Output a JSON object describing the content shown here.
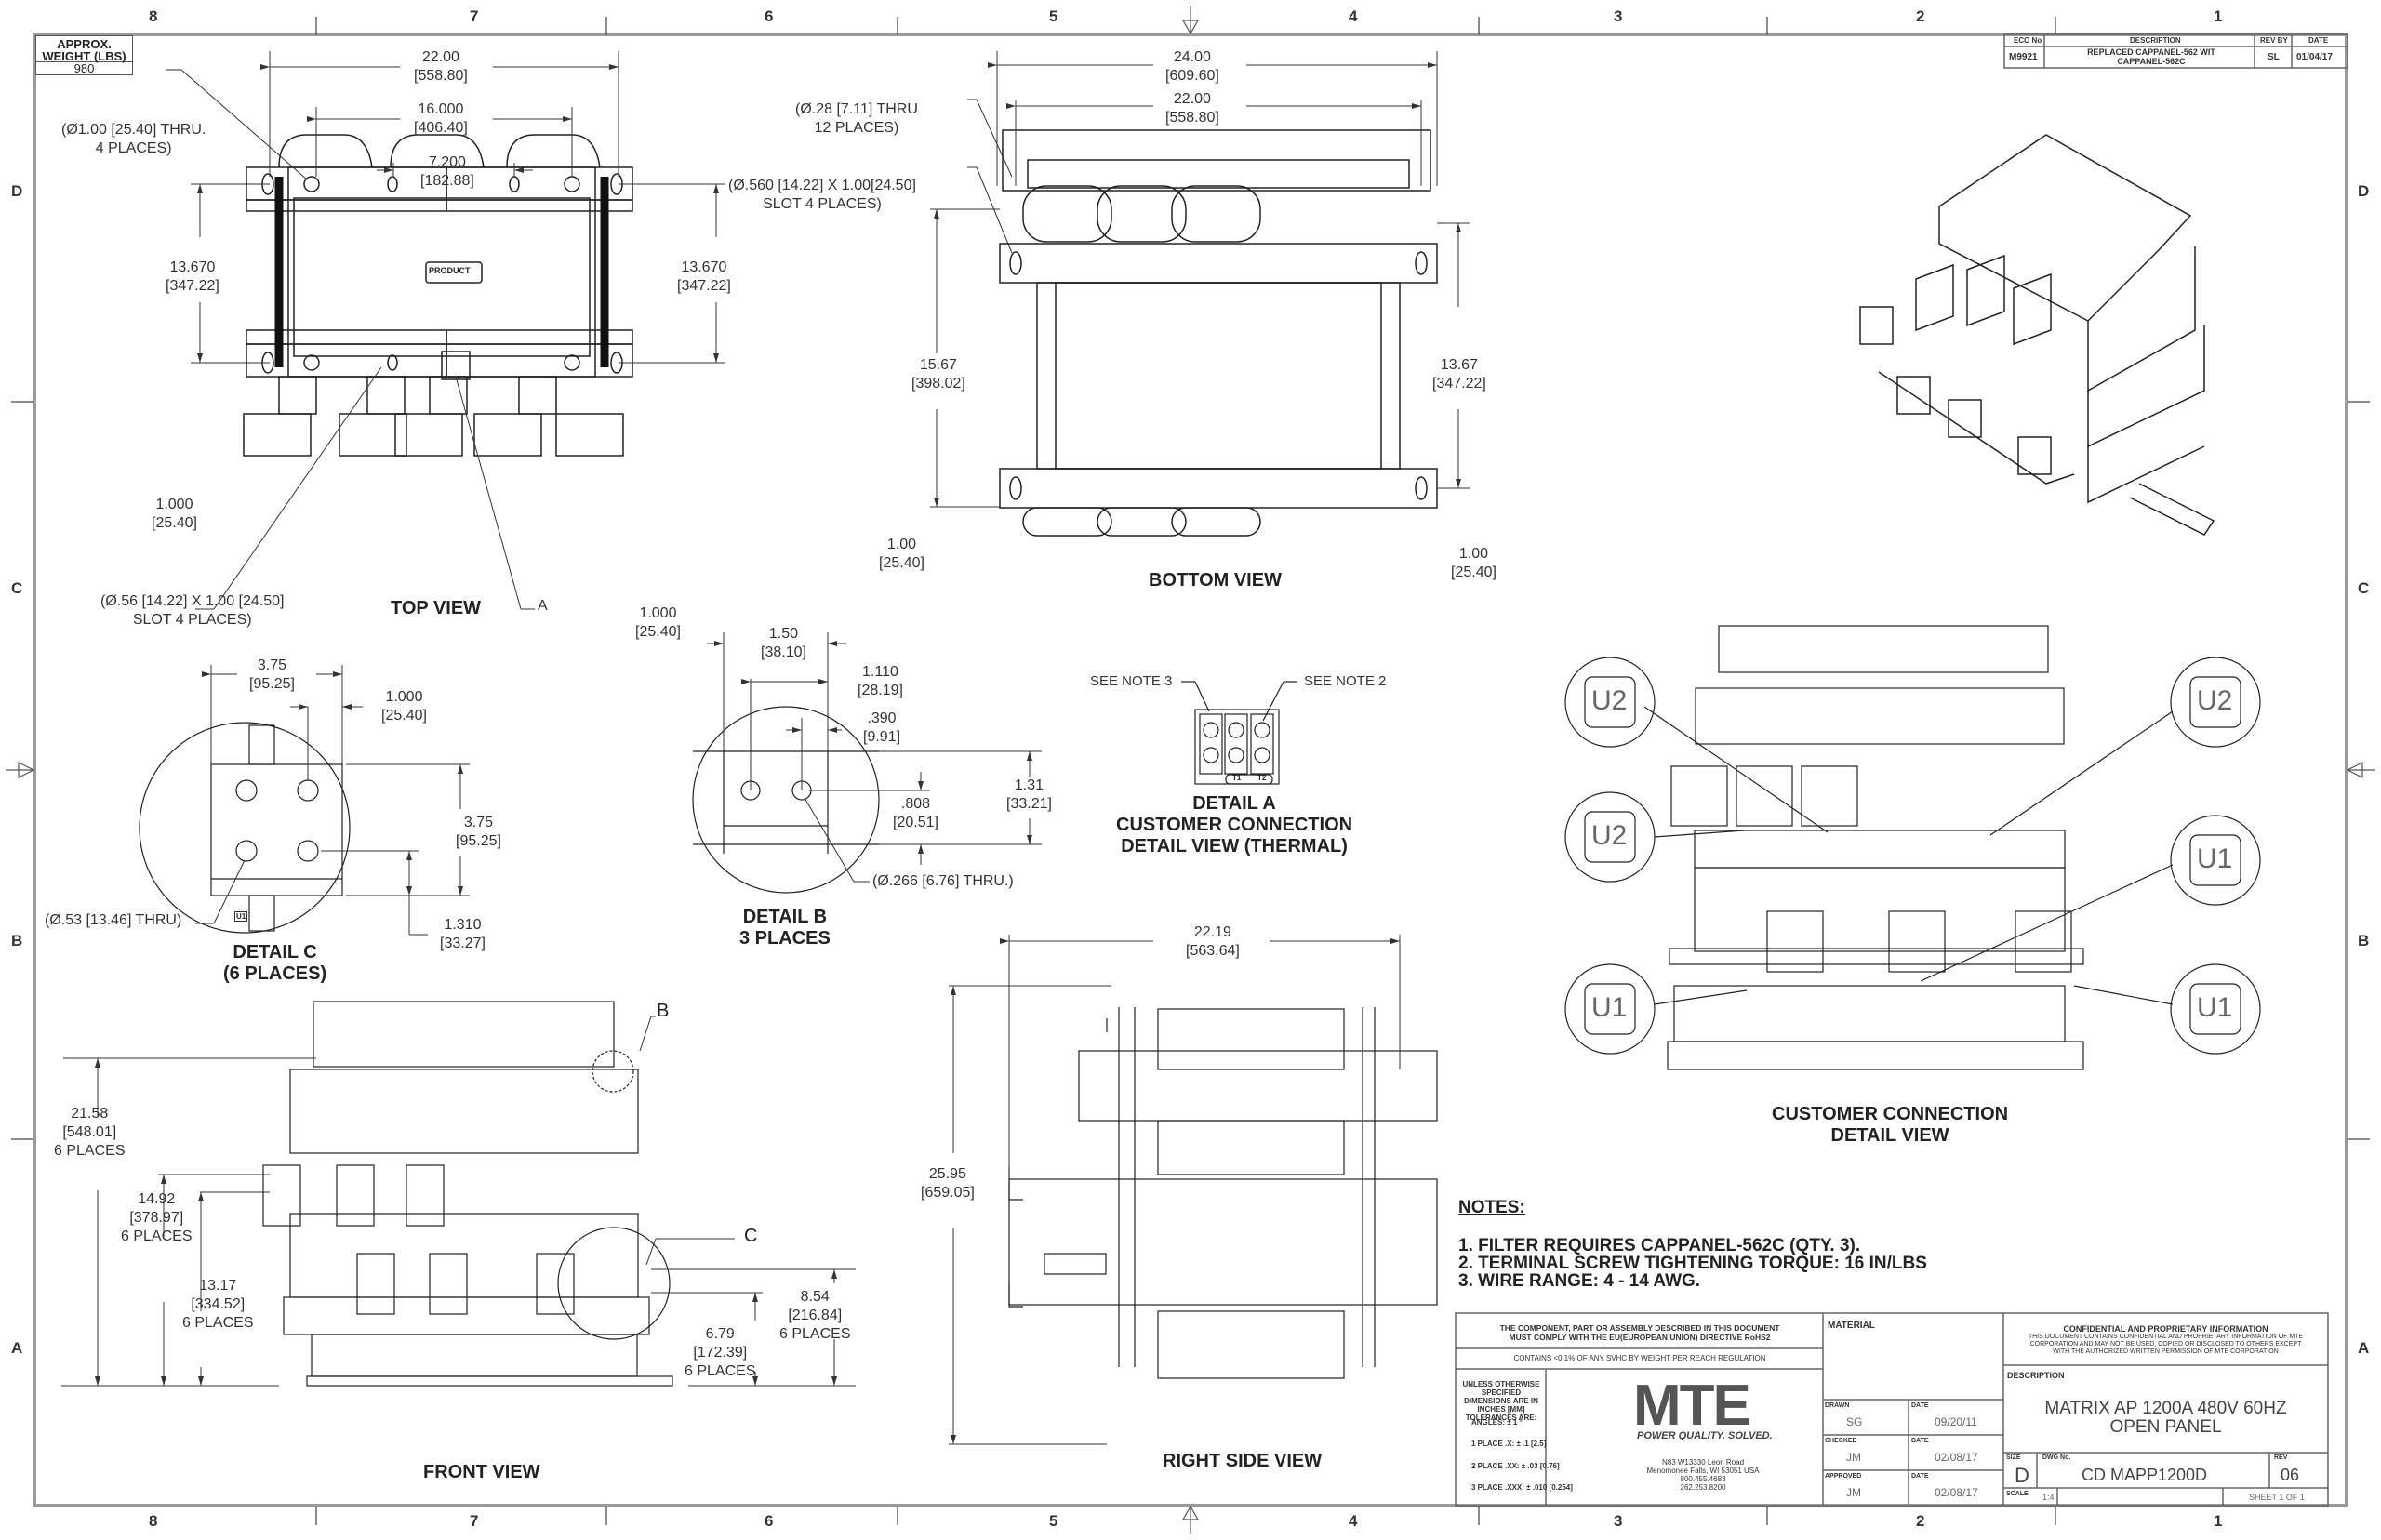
{
  "sheet": {
    "zone_columns": [
      "8",
      "7",
      "6",
      "5",
      "4",
      "3",
      "2",
      "1"
    ],
    "zone_rows": [
      "D",
      "C",
      "B",
      "A"
    ]
  },
  "weight_box": {
    "header": "APPROX. WEIGHT (LBS)",
    "value": "980"
  },
  "revision_block": {
    "headers": [
      "ECO No",
      "DESCRIPTION",
      "REV BY",
      "DATE"
    ],
    "rows": [
      {
        "eco": "M9921",
        "description": "REPLACED CAPPANEL-562 WIT CAPPANEL-562C",
        "rev_by": "SL",
        "date": "01/04/17"
      }
    ]
  },
  "top_view": {
    "title": "TOP VIEW",
    "dims": {
      "overall_width": [
        "22.00",
        "[558.80]"
      ],
      "mount_width": [
        "16.000",
        "[406.40]"
      ],
      "center_width": [
        "7.200",
        "[182.88]"
      ],
      "left_height": [
        "13.670",
        "[347.22]"
      ],
      "right_height": [
        "13.670",
        "[347.22]"
      ],
      "left_offset": [
        "1.000",
        "[25.40]"
      ],
      "right_offset": [
        "1.000",
        "[25.40]"
      ]
    },
    "callouts": {
      "hole": [
        "(Ø1.00 [25.40] THRU.",
        "4 PLACES)"
      ],
      "slot": [
        "(Ø.56 [14.22] X 1.00 [24.50]",
        "SLOT 4 PLACES)"
      ],
      "detail_ref": "A",
      "nameplate": "PRODUCT"
    }
  },
  "bottom_view": {
    "title": "BOTTOM VIEW",
    "dims": {
      "overall_width": [
        "24.00",
        "[609.60]"
      ],
      "hole_width": [
        "22.00",
        "[558.80]"
      ],
      "left_height": [
        "15.67",
        "[398.02]"
      ],
      "right_height": [
        "13.67",
        "[347.22]"
      ],
      "left_offset": [
        "1.00",
        "[25.40]"
      ],
      "right_offset": [
        "1.00",
        "[25.40]"
      ]
    },
    "callouts": {
      "hole": [
        "(Ø.28 [7.11] THRU",
        "12 PLACES)"
      ],
      "slot": [
        "(Ø.560 [14.22] X 1.00[24.50]",
        "SLOT 4 PLACES)"
      ]
    }
  },
  "detail_c": {
    "title": [
      "DETAIL C",
      "(6 PLACES)"
    ],
    "dims": {
      "width": [
        "3.75",
        "[95.25]"
      ],
      "hole_spacing": [
        "1.000",
        "[25.40]"
      ],
      "height": [
        "3.75",
        "[95.25]"
      ],
      "hole_offset": [
        "1.310",
        "[33.27]"
      ]
    },
    "callout": "(Ø.53 [13.46] THRU)",
    "terminal_label": "U1"
  },
  "detail_b": {
    "title": [
      "DETAIL B",
      "3 PLACES"
    ],
    "dims": {
      "width": [
        "1.50",
        "[38.10]"
      ],
      "hole_spacing": [
        "1.110",
        "[28.19]"
      ],
      "edge": [
        ".390",
        "[9.91]"
      ],
      "hole_height": [
        ".808",
        "[20.51]"
      ],
      "height": [
        "1.31",
        "[33.21]"
      ]
    },
    "callout": "(Ø.266 [6.76] THRU.)"
  },
  "detail_a": {
    "title": [
      "DETAIL A",
      "CUSTOMER CONNECTION",
      "DETAIL VIEW (THERMAL)"
    ],
    "notes": [
      "SEE NOTE 3",
      "SEE NOTE 2"
    ],
    "terminals": [
      "T1",
      "T2"
    ]
  },
  "customer_connection": {
    "title": [
      "CUSTOMER CONNECTION",
      "DETAIL VIEW"
    ],
    "bubbles_left": [
      "U2",
      "U2",
      "U1"
    ],
    "bubbles_right": [
      "U2",
      "U1",
      "U1"
    ]
  },
  "front_view": {
    "title": "FRONT VIEW",
    "dims": {
      "total_height": [
        "21.58",
        "[548.01]",
        "6 PLACES"
      ],
      "upper_bus": [
        "14.92",
        "[378.97]",
        "6 PLACES"
      ],
      "upper_bus_hole": [
        "13.17",
        "[334.52]",
        "6 PLACES"
      ],
      "lower_bus": [
        "8.54",
        "[216.84]",
        "6 PLACES"
      ],
      "lower_bus_hole": [
        "6.79",
        "[172.39]",
        "6 PLACES"
      ]
    },
    "detail_refs": [
      "B",
      "C"
    ]
  },
  "right_side_view": {
    "title": "RIGHT SIDE VIEW",
    "dims": {
      "width": [
        "22.19",
        "[563.64]"
      ],
      "height": [
        "25.95",
        "[659.05]"
      ]
    }
  },
  "notes": {
    "header": "NOTES:",
    "items": [
      "1.  FILTER REQUIRES CAPPANEL-562C (QTY. 3).",
      "2.  TERMINAL SCREW TIGHTENING TORQUE:  16 IN/LBS",
      "3.  WIRE RANGE:  4 - 14 AWG."
    ]
  },
  "title_block": {
    "rohs": [
      "THE COMPONENT, PART OR ASSEMBLY DESCRIBED IN THIS DOCUMENT",
      "MUST COMPLY WITH THE EU(EUROPEAN UNION) DIRECTIVE RoHS2"
    ],
    "reach": "CONTAINS <0.1% OF ANY SVHC BY WEIGHT PER REACH REGULATION",
    "tolerances": {
      "header": [
        "UNLESS OTHERWISE SPECIFIED",
        "DIMENSIONS ARE IN INCHES [MM]",
        "TOLERANCES ARE:"
      ],
      "angles": "ANGLES: ± 1 °",
      "one_place": "1 PLACE .X: ± .1 [2.5]",
      "two_place": "2 PLACE .XX: ± .03 [0.76]",
      "three_place": "3 PLACE .XXX: ± .010 [0.254]"
    },
    "company": {
      "logo": "MTE",
      "tagline": "POWER QUALITY. SOLVED.",
      "address": [
        "N83 W13330 Leon Road",
        "Menomonee Falls, WI 53051 USA",
        "800.455.4683",
        "262.253.8200"
      ]
    },
    "material_label": "MATERIAL",
    "drawn": {
      "label": "DRAWN",
      "value": "SG",
      "date_label": "DATE",
      "date": "09/20/11"
    },
    "checked": {
      "label": "CHECKED",
      "value": "JM",
      "date_label": "DATE",
      "date": "02/08/17"
    },
    "approved": {
      "label": "APPROVED",
      "value": "JM",
      "date_label": "DATE",
      "date": "02/08/17"
    },
    "confidential": {
      "header": "CONFIDENTIAL AND PROPRIETARY INFORMATION",
      "body": [
        "THIS DOCUMENT CONTAINS CONFIDENTIAL AND PROPRIETARY INFORMATION OF MTE",
        "CORPORATION AND MAY NOT BE USED, COPIED OR DISCLOSED TO OTHERS EXCEPT",
        "WITH THE AUTHORIZED WRITTEN PERMISSION OF MTE CORPORATION"
      ]
    },
    "description_label": "DESCRIPTION",
    "description": [
      "MATRIX AP 1200A 480V 60HZ",
      "OPEN PANEL"
    ],
    "size_label": "SIZE",
    "size": "D",
    "dwg_label": "DWG No.",
    "dwg": "CD MAPP1200D",
    "rev_label": "REV",
    "rev": "06",
    "scale_label": "SCALE",
    "scale": "1:4",
    "sheet": "SHEET 1  OF 1"
  }
}
